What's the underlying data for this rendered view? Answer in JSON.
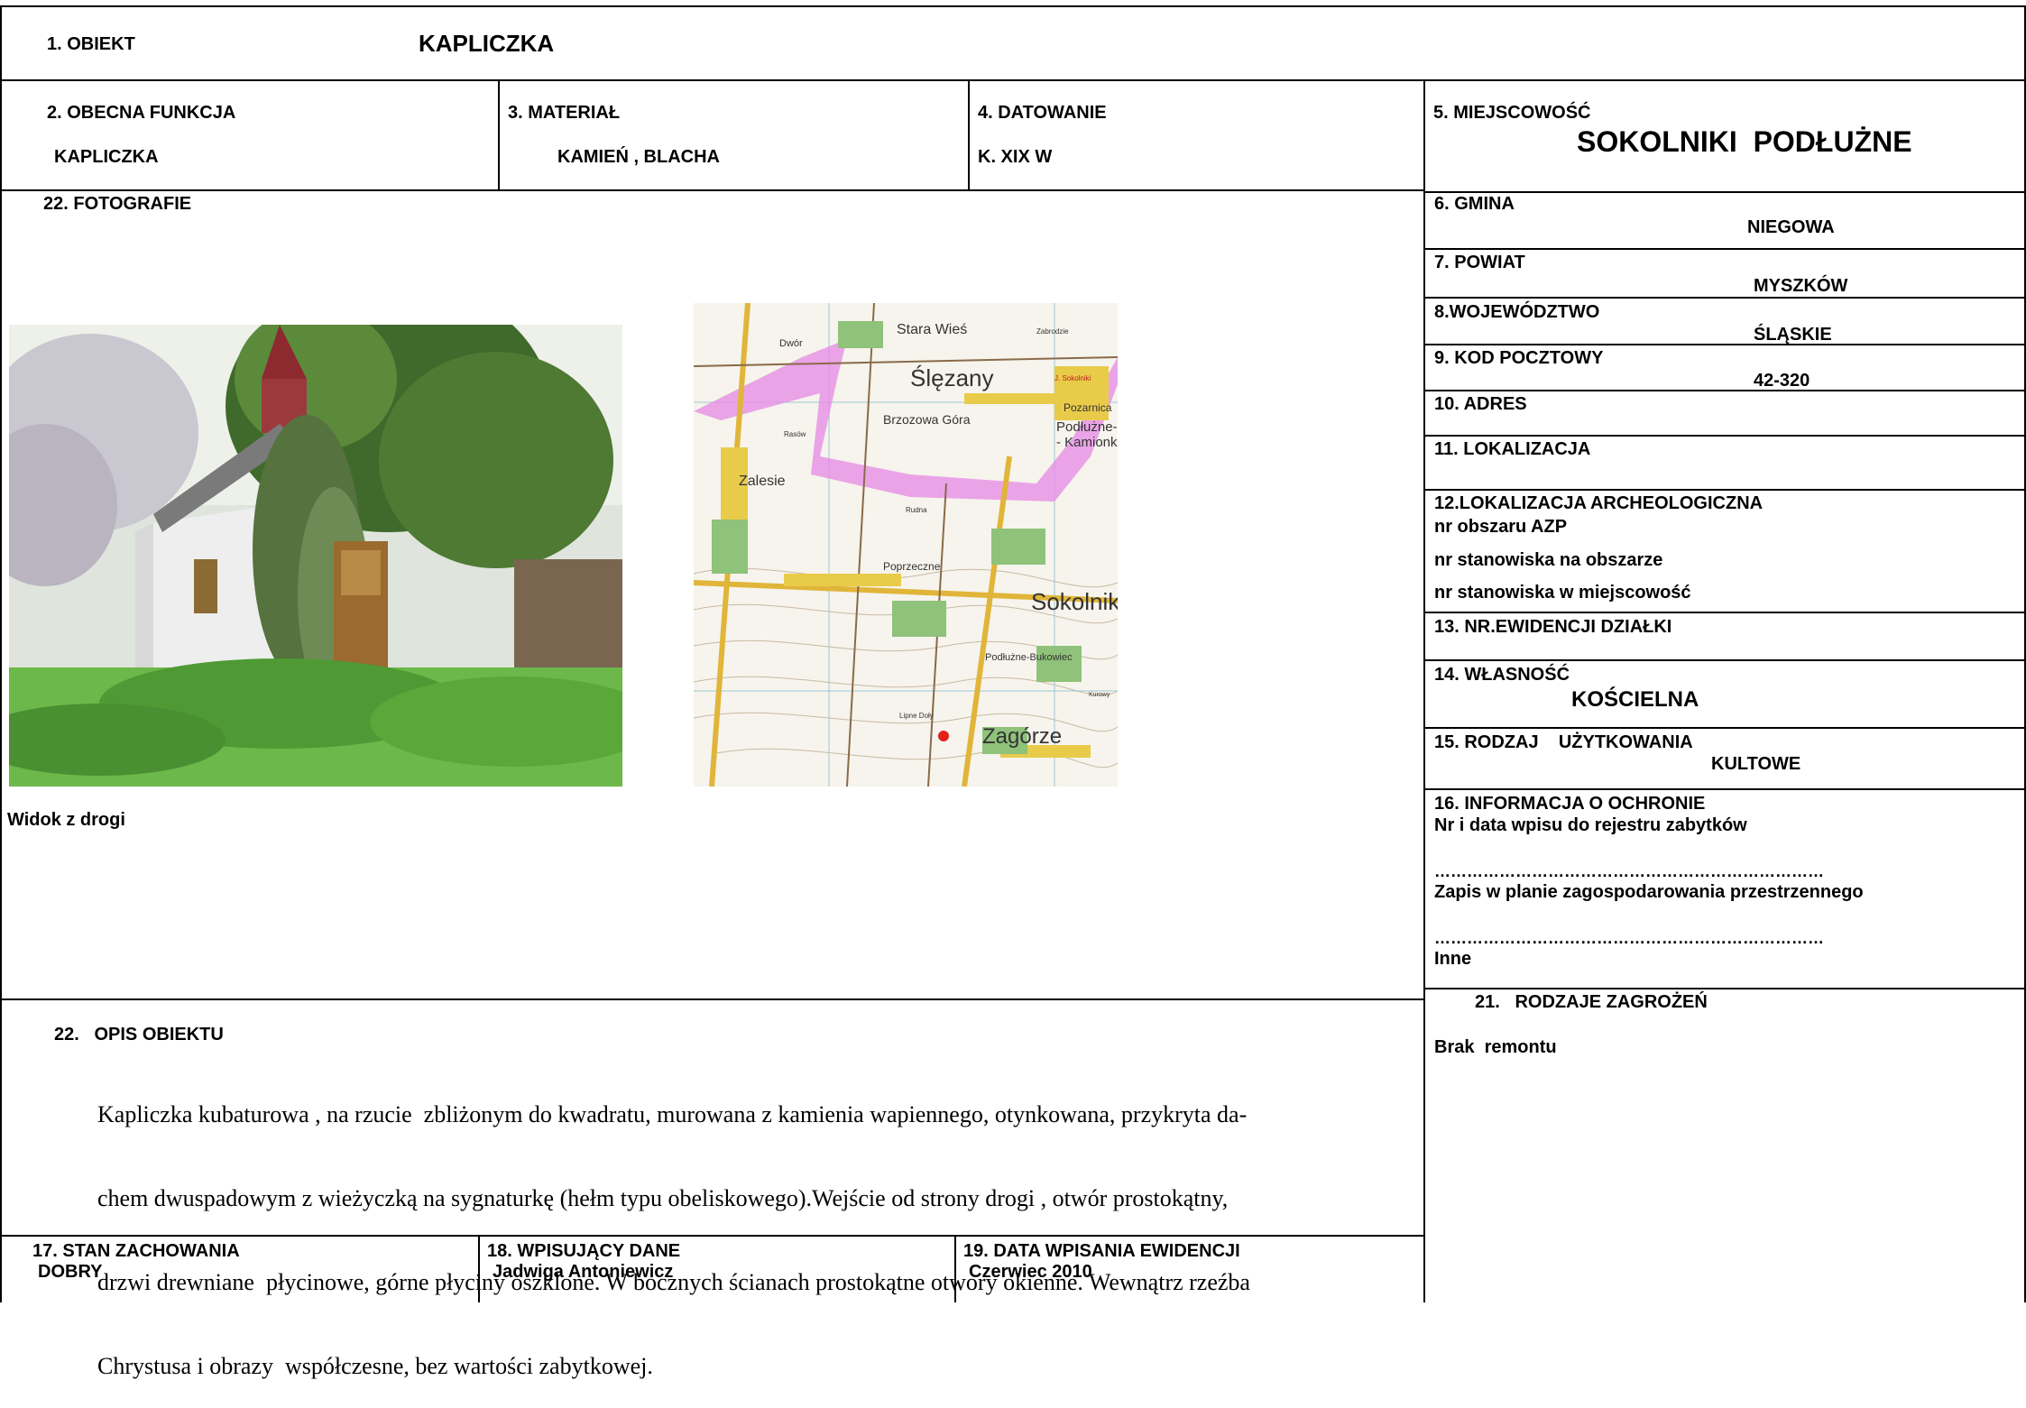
{
  "header": {
    "obiekt_label": "1. OBIEKT",
    "obiekt_value": "KAPLICZKA"
  },
  "row2": {
    "funkcja_label": "2. OBECNA FUNKCJA",
    "funkcja_value": "KAPLICZKA",
    "material_label": "3. MATERIAŁ",
    "material_value": "KAMIEŃ , BLACHA",
    "datowanie_label": "4. DATOWANIE",
    "datowanie_value": "K. XIX W",
    "miejscowosc_label": "5. MIEJSCOWOŚĆ",
    "miejscowosc_value": "SOKOLNIKI  PODŁUŻNE"
  },
  "photos": {
    "label": "22.  FOTOGRAFIE",
    "caption": "Widok z drogi",
    "map_labels": [
      "Stara Wieś",
      "Dwór",
      "Zabrodzie",
      "Ślęzany",
      "J. Sokolniki",
      "Brzozowa Góra",
      "Rasów",
      "Pozarnica",
      "Podłużne-",
      "- Kamionka",
      "Zalesie",
      "Rudna",
      "Poprzeczne",
      "Sokolnik",
      "Podłużne-Bukowiec",
      "Lipne Doły",
      "Zagórze",
      "Kurowy"
    ]
  },
  "right": {
    "gmina_label": "6. GMINA",
    "gmina_value": "NIEGOWA",
    "powiat_label": "7. POWIAT",
    "powiat_value": "MYSZKÓW",
    "woj_label": "8.WOJEWÓDZTWO",
    "woj_value": "ŚLĄSKIE",
    "kod_label": "9. KOD POCZTOWY",
    "kod_value": "42-320",
    "adres_label": "10. ADRES",
    "lokalizacja_label": "11. LOKALIZACJA",
    "arch_label": "12.LOKALIZACJA ARCHEOLOGICZNA",
    "arch_line1": "nr obszaru AZP",
    "arch_line2": "nr stanowiska na obszarze",
    "arch_line3": "nr stanowiska w miejscowość",
    "ewid_label": "13. NR.EWIDENCJI DZIAŁKI",
    "wlasnosc_label": "14. WŁASNOŚĆ",
    "wlasnosc_value": "KOŚCIELNA",
    "rodzaj_label": "15. RODZAJ    UŻYTKOWANIA",
    "rodzaj_value": "KULTOWE",
    "ochrona_label": "16. INFORMACJA O OCHRONIE",
    "ochrona_line1": "Nr i data wpisu do rejestru zabytków",
    "dots1": "………………………………………………………………",
    "ochrona_line2": "Zapis w planie zagospodarowania przestrzennego",
    "dots2": "………………………………………………………………",
    "ochrona_line3": "Inne",
    "zagrozenia_label": "21.   RODZAJE ZAGROŻEŃ",
    "zagrozenia_value": "Brak  remontu"
  },
  "opis": {
    "label": "22.   OPIS OBIEKTU",
    "lines": [
      "Kapliczka kubaturowa , na rzucie  zbliżonym do kwadratu, murowana z kamienia wapiennego, otynkowana, przykryta da-",
      "chem dwuspadowym z wieżyczką na sygnaturkę (hełm typu obeliskowego).Wejście od strony drogi , otwór prostokątny,",
      "drzwi drewniane  płycinowe, górne płyciny oszklone. W bocznych ścianach prostokątne otwory okienne. Wewnątrz rzeźba",
      "Chrystusa i obrazy  współczesne, bez wartości zabytkowej."
    ]
  },
  "footer": {
    "stan_label": "17. STAN ZACHOWANIA",
    "stan_value": "DOBRY",
    "wpis_label": "18. WPISUJĄCY DANE",
    "wpis_value": "Jadwiga Antoniewicz",
    "data_label": "19. DATA WPISANIA EWIDENCJI",
    "data_value": "Czerwiec 2010"
  }
}
